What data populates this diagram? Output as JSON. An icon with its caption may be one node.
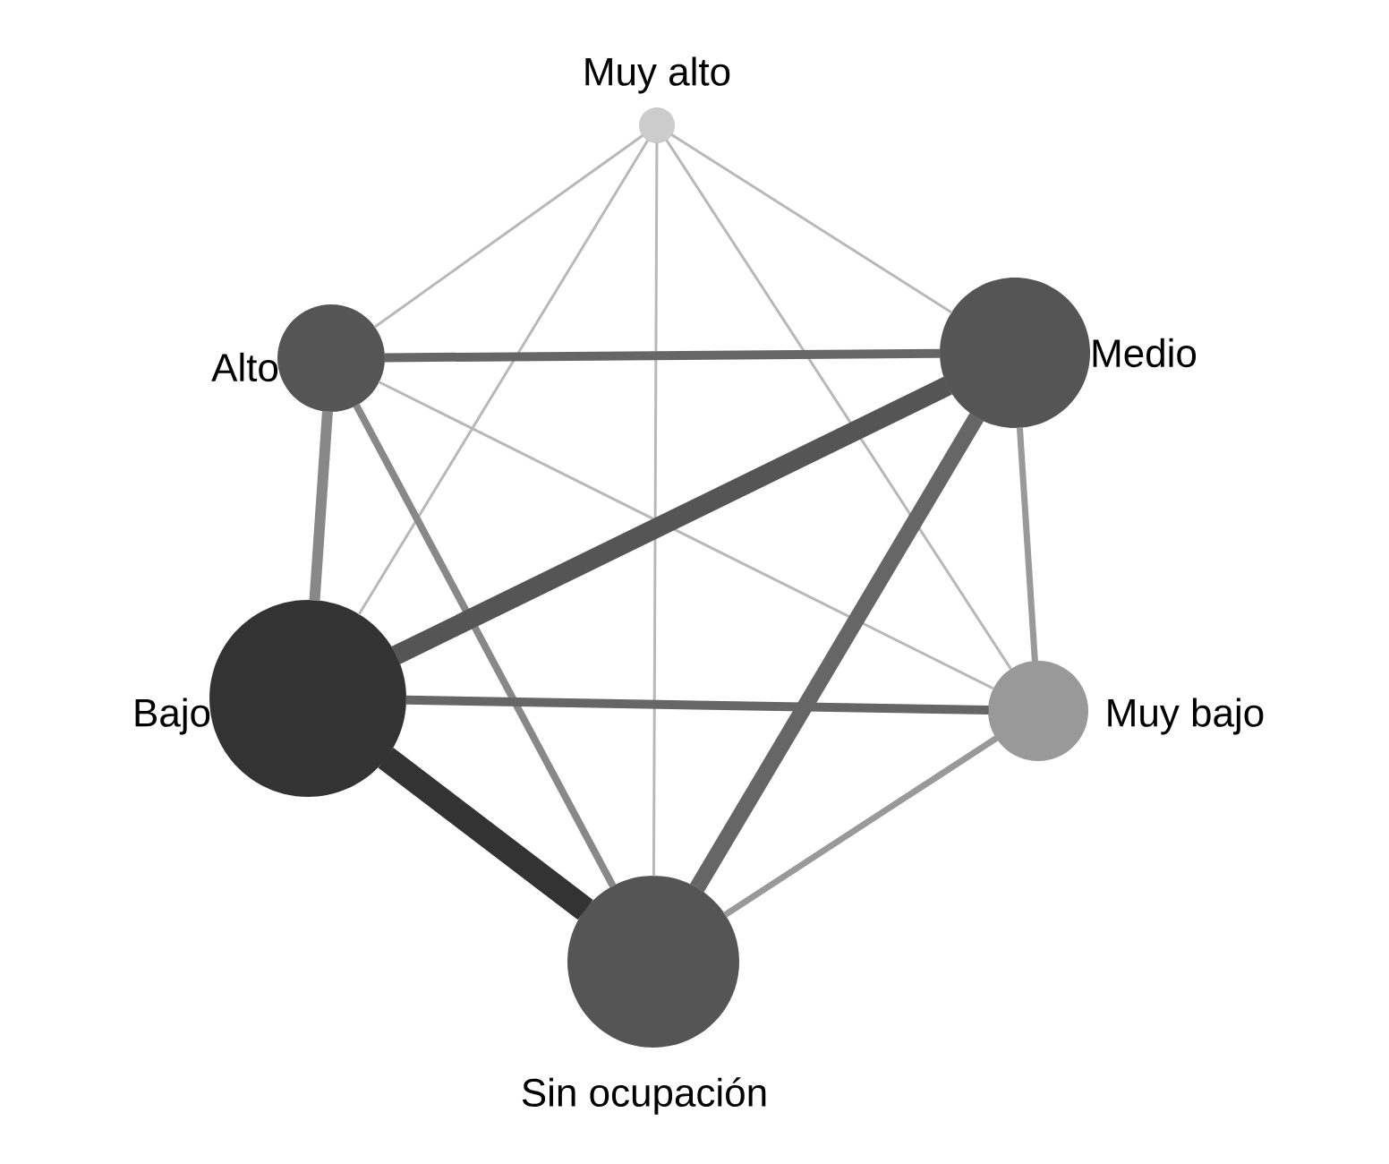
{
  "diagram": {
    "nodes": [
      {
        "text": [],
        "shape": "circle",
        "beside": [
          "Muy alto"
        ]
      },
      {
        "text": [],
        "shape": "circle",
        "beside": [
          "Alto"
        ]
      },
      {
        "text": [],
        "shape": "circle",
        "beside": [
          "Medio"
        ]
      },
      {
        "text": [],
        "shape": "circle",
        "beside": [
          "Bajo"
        ]
      },
      {
        "text": [],
        "shape": "circle",
        "beside": [
          "Muy bajo"
        ]
      },
      {
        "text": [],
        "shape": "circle",
        "beside": [
          "Sin ocupación"
        ]
      }
    ],
    "edges": [
      {
        "from": 0,
        "to": 1,
        "arrow": "none"
      },
      {
        "from": 0,
        "to": 2,
        "arrow": "none"
      },
      {
        "from": 0,
        "to": 3,
        "arrow": "none"
      },
      {
        "from": 0,
        "to": 4,
        "arrow": "none"
      },
      {
        "from": 0,
        "to": 5,
        "arrow": "none"
      },
      {
        "from": 1,
        "to": 2,
        "arrow": "none",
        "color": "#666666"
      },
      {
        "from": 1,
        "to": 3,
        "arrow": "none",
        "color": "#888888"
      },
      {
        "from": 1,
        "to": 4,
        "arrow": "none"
      },
      {
        "from": 1,
        "to": 5,
        "arrow": "none",
        "color": "#888888"
      },
      {
        "from": 2,
        "to": 3,
        "arrow": "none",
        "style": "thick",
        "color": "#555555"
      },
      {
        "from": 2,
        "to": 4,
        "arrow": "none",
        "color": "#999999"
      },
      {
        "from": 2,
        "to": 5,
        "arrow": "none",
        "style": "thick",
        "color": "#666666"
      },
      {
        "from": 3,
        "to": 4,
        "arrow": "none",
        "color": "#666666"
      },
      {
        "from": 3,
        "to": 5,
        "arrow": "none",
        "style": "thick",
        "color": "#333333"
      },
      {
        "from": 4,
        "to": 5,
        "arrow": "none",
        "color": "#999999"
      }
    ]
  }
}
